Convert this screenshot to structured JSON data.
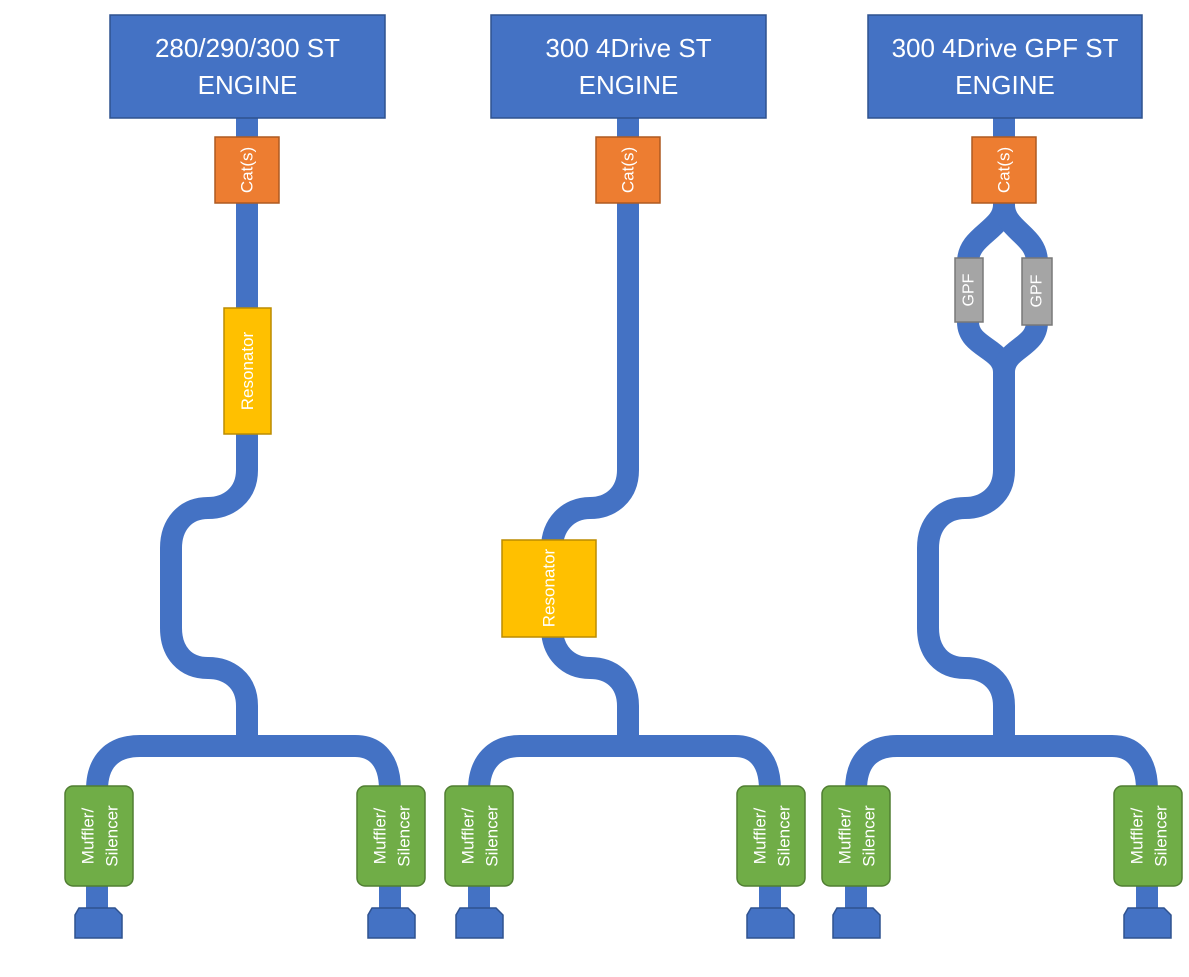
{
  "colors": {
    "pipe": "#4472C4",
    "engine": "#4472C4",
    "engine_border": "#2F528F",
    "cat": "#ED7D31",
    "cat_border": "#AE5A21",
    "resonator": "#FFC000",
    "resonator_border": "#BC8C00",
    "gpf": "#A5A5A5",
    "gpf_border": "#787878",
    "muffler": "#70AD47",
    "muffler_border": "#507E32"
  },
  "diagrams": [
    {
      "engine_line1": "280/290/300 ST",
      "engine_line2": "ENGINE",
      "cat_label": "Cat(s)",
      "resonator_label": "Resonator",
      "muffler_left_line1": "Muffler/",
      "muffler_left_line2": "Silencer",
      "muffler_right_line1": "Muffler/",
      "muffler_right_line2": "Silencer"
    },
    {
      "engine_line1": "300 4Drive ST",
      "engine_line2": "ENGINE",
      "cat_label": "Cat(s)",
      "resonator_label": "Resonator",
      "muffler_left_line1": "Muffler/",
      "muffler_left_line2": "Silencer",
      "muffler_right_line1": "Muffler/",
      "muffler_right_line2": "Silencer"
    },
    {
      "engine_line1": "300 4Drive GPF ST",
      "engine_line2": "ENGINE",
      "cat_label": "Cat(s)",
      "gpf_left_label": "GPF",
      "gpf_right_label": "GPF",
      "muffler_left_line1": "Muffler/",
      "muffler_left_line2": "Silencer",
      "muffler_right_line1": "Muffler/",
      "muffler_right_line2": "Silencer"
    }
  ]
}
